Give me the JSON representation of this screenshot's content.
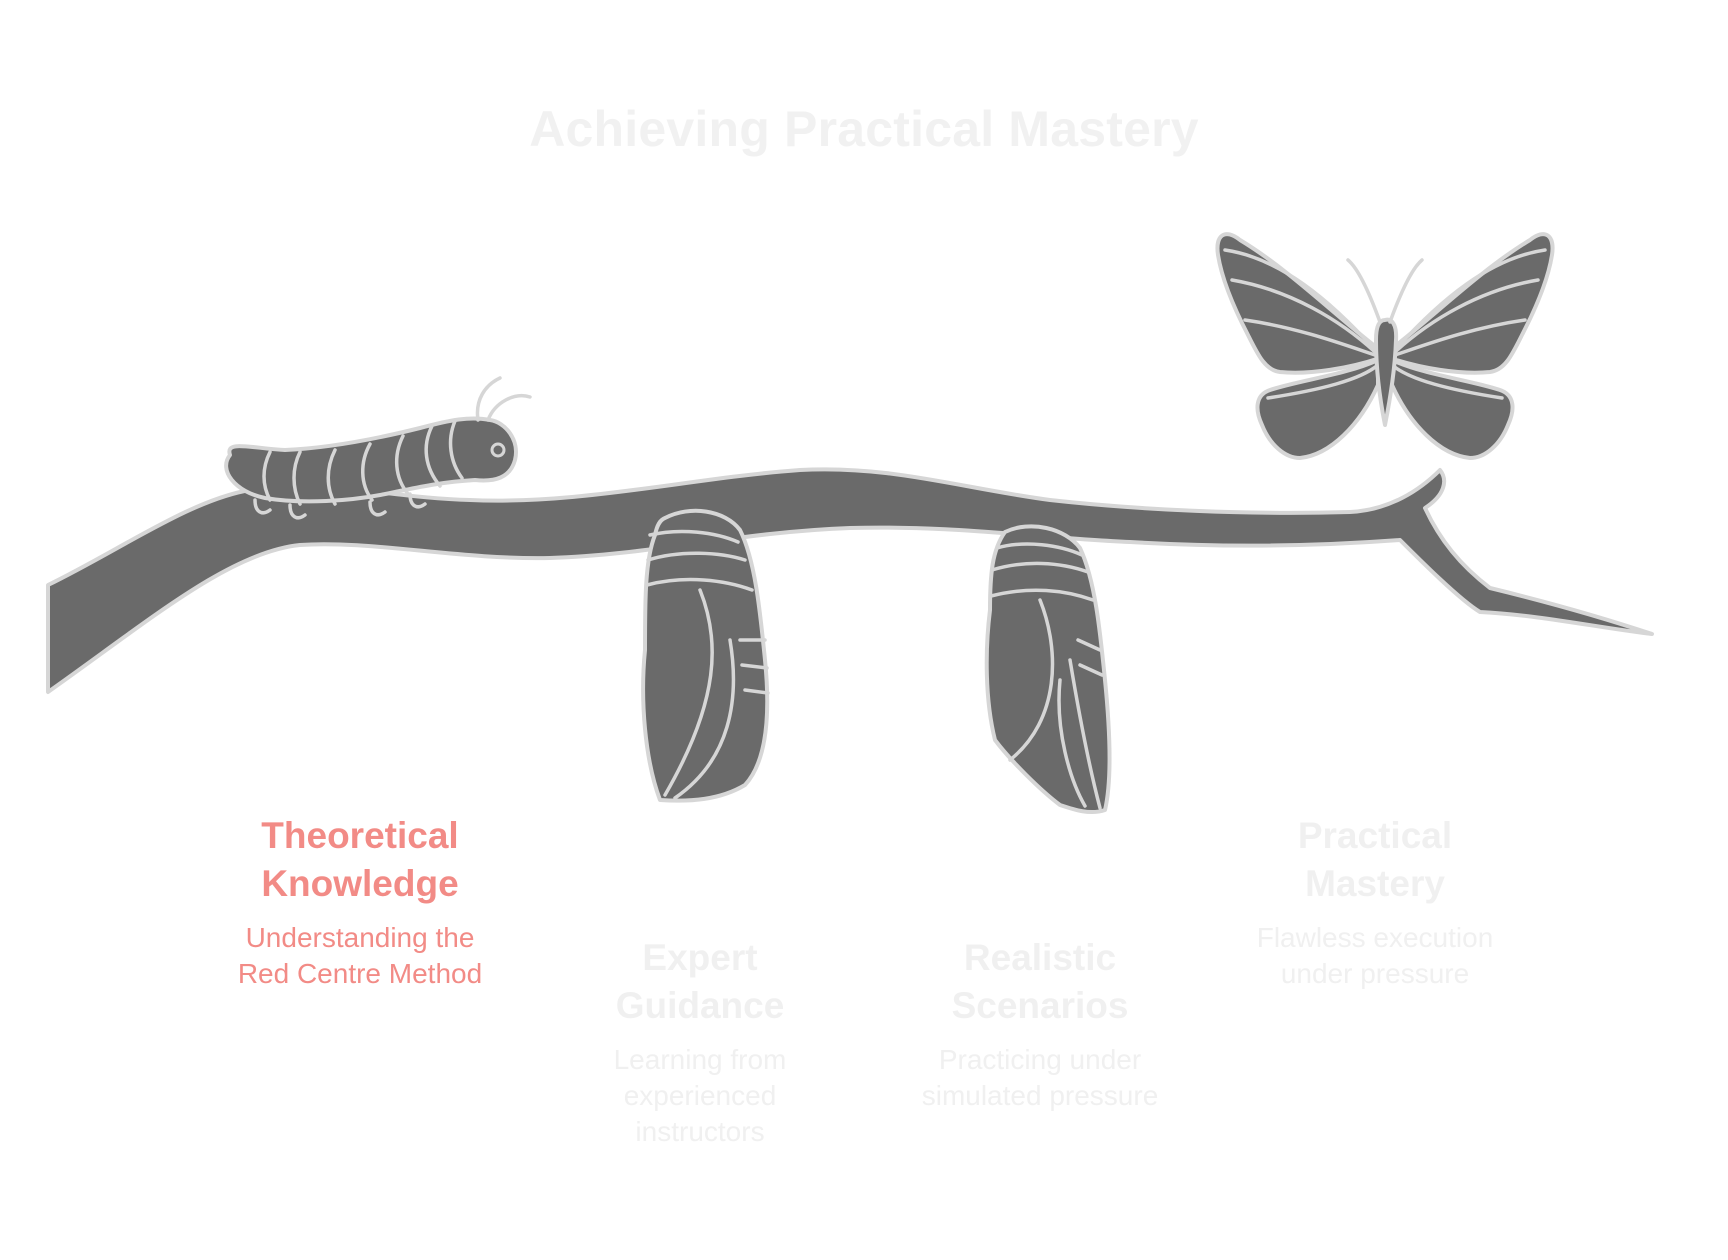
{
  "title": "Achieving Practical Mastery",
  "colors": {
    "accent": "#f28b86",
    "muted_text": "#f0f0f0",
    "illustration_fill": "#6a6a6a",
    "illustration_stroke": "#d6d6d6"
  },
  "stages": [
    {
      "heading_line1": "Theoretical",
      "heading_line2": "Knowledge",
      "desc_line1": "Understanding the",
      "desc_line2": "Red Centre Method",
      "icon": "caterpillar-icon",
      "highlighted": true
    },
    {
      "heading_line1": "Expert",
      "heading_line2": "Guidance",
      "desc_line1": "Learning from",
      "desc_line2": "experienced",
      "desc_line3": "instructors",
      "icon": "chrysalis-icon",
      "highlighted": false
    },
    {
      "heading_line1": "Realistic",
      "heading_line2": "Scenarios",
      "desc_line1": "Practicing under",
      "desc_line2": "simulated pressure",
      "icon": "chrysalis-icon",
      "highlighted": false
    },
    {
      "heading_line1": "Practical",
      "heading_line2": "Mastery",
      "desc_line1": "Flawless execution",
      "desc_line2": "under pressure",
      "icon": "butterfly-icon",
      "highlighted": false
    }
  ]
}
